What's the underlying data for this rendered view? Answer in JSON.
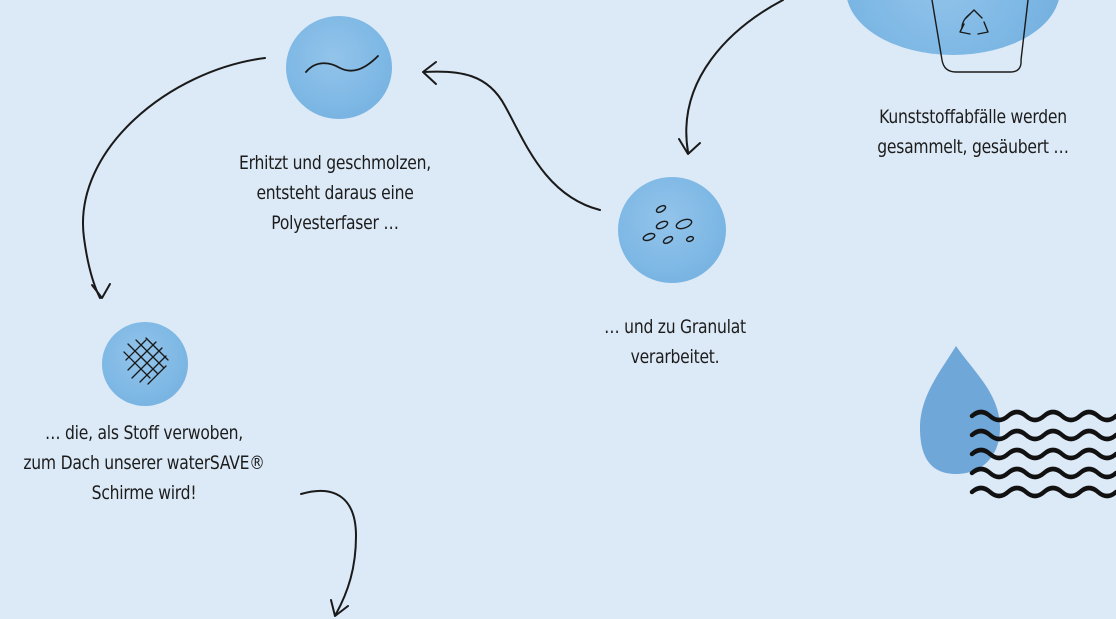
{
  "steps": {
    "collect": {
      "lines": [
        "Kunststoffabfälle werden",
        "gesammelt, gesäubert …"
      ]
    },
    "granulate": {
      "lines": [
        "… und zu Granulat",
        "verarbeitet."
      ]
    },
    "melt": {
      "lines": [
        "Erhitzt und geschmolzen,",
        "entsteht daraus eine",
        "Polyesterfaser …"
      ]
    },
    "weave": {
      "lines": [
        "… die, als Stoff verwoben,",
        "zum Dach unserer waterSAVE®",
        "Schirme wird!"
      ]
    }
  },
  "colors": {
    "background": "#dce9f6",
    "blob": "#7ab6e4",
    "drop": "#6fa7d9",
    "ink": "#1a1a1a"
  },
  "icons": [
    "recycle-bottle-icon",
    "granulate-icon",
    "fiber-wave-icon",
    "fabric-mesh-icon",
    "water-drop-icon",
    "waves-icon"
  ]
}
